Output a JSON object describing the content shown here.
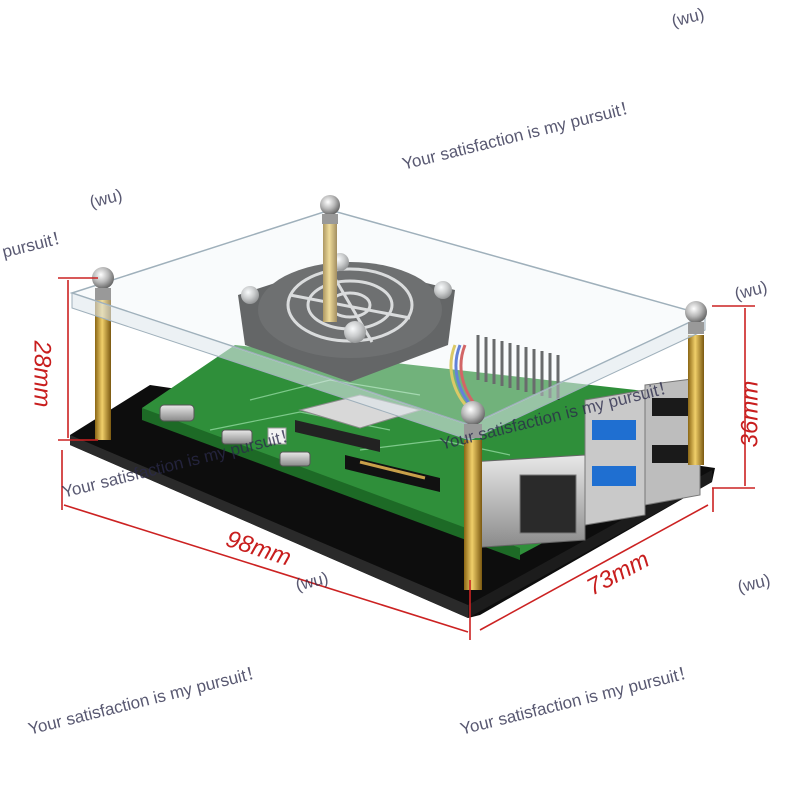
{
  "watermark": {
    "text": "Your satisfaction is my pursuit！",
    "fragment": "pursuit！",
    "tag": "(wu)"
  },
  "dimensions": {
    "height_left": "28mm",
    "height_right": "36mm",
    "length": "98mm",
    "width": "73mm"
  },
  "colors": {
    "dimension_lines": "#cc2222",
    "pcb": "#2f8f3a",
    "base_plate": "#111111",
    "standoffs": "#c79a2a"
  }
}
